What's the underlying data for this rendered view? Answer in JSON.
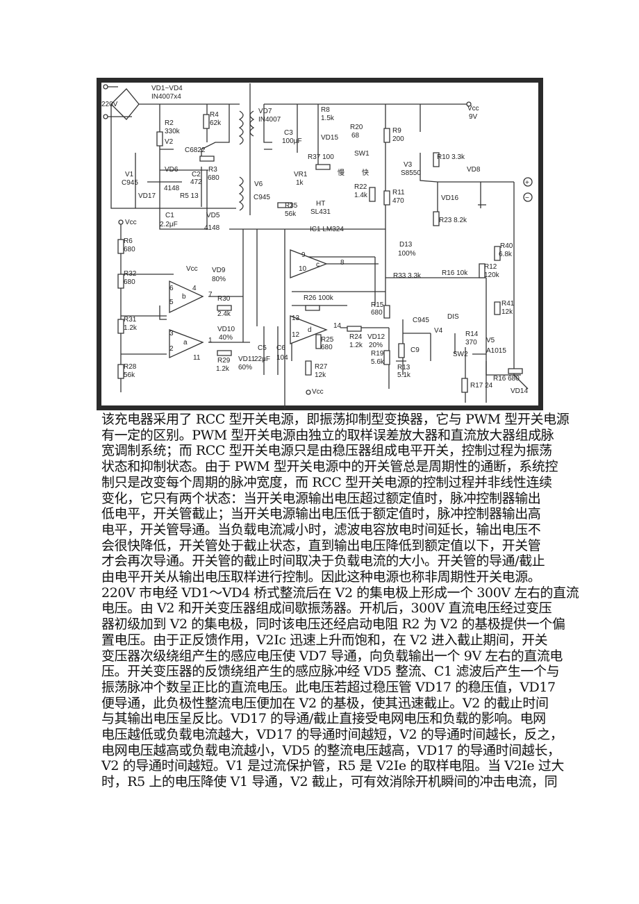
{
  "diagram": {
    "labels": [
      "VD1~VD4",
      "IN4007x4",
      "220V",
      "R2",
      "330k",
      "R4",
      "62k",
      "V2",
      "C6822",
      "VD7",
      "IN4007",
      "C3",
      "100μF",
      "R8",
      "1.5k",
      "VD15",
      "R20",
      "68",
      "SW1",
      "R37 100",
      "VR1",
      "1k",
      "慢",
      "快",
      "R22",
      "1.4k",
      "HT",
      "SL431",
      "V6",
      "C945",
      "R35",
      "56k",
      "V1",
      "C945",
      "VD6",
      "4148",
      "C2",
      "472",
      "R3",
      "680",
      "VD17",
      "R5 13",
      "C1",
      "2.2μF",
      "VD5",
      "4148",
      "Vcc",
      "R6",
      "680",
      "R32",
      "680",
      "R31",
      "1.2k",
      "R28",
      "56k",
      "Vcc",
      "6",
      "4",
      "5",
      "b",
      "7",
      "3",
      "2",
      "1",
      "a",
      "11",
      "VD9",
      "80%",
      "R30",
      "2.4k",
      "VD10",
      "40%",
      "VD11",
      "60%",
      "R29",
      "1.2k",
      "C5",
      "22μF",
      "C6",
      "104",
      "IC1 LM324",
      "9",
      "10",
      "8",
      "c",
      "D13",
      "100%",
      "R33 3.3k",
      "R16 10k",
      "R26 100k",
      "13",
      "12",
      "14",
      "d",
      "R25",
      "680",
      "R27",
      "12k",
      "Vcc",
      "R24",
      "1.2k",
      "VD12",
      "20%",
      "R15",
      "680",
      "R19",
      "5.6k",
      "R13",
      "5.1k",
      "C945",
      "V4",
      "C9",
      "DIS",
      "SW2",
      "R14",
      "370",
      "V5",
      "A1015",
      "R16 680",
      "R17 24",
      "VD14",
      "R12",
      "120k",
      "R41",
      "12k",
      "R40",
      "6.8k",
      "R23 8.2k",
      "R11",
      "470",
      "VD16",
      "R9",
      "200",
      "V3",
      "S8550",
      "R10 3.3k",
      "VD8",
      "Vcc",
      "9V",
      "+",
      "−"
    ]
  },
  "body": {
    "lines": [
      "该充电器采用了 RCC 型开关电源，即振荡抑制型变换器，它与 PWM 型开关电源",
      "有一定的区别。PWM 型开关电源由独立的取样误差放大器和直流放大器组成脉",
      "宽调制系统；而 RCC 型开关电源只是由稳压器组成电平开关，控制过程为振荡",
      "状态和抑制状态。由于 PWM 型开关电源中的开关管总是周期性的通断，系统控",
      "制只是改变每个周期的脉冲宽度，而 RCC 型开关电源的控制过程并非线性连续",
      "变化，它只有两个状态：当开关电源输出电压超过额定值时，脉冲控制器输出",
      "低电平，开关管截止；当开关电源输出电压低于额定值时，脉冲控制器输出高",
      "电平，开关管导通。当负载电流减小时，滤波电容放电时间延长，输出电压不",
      "会很快降低，开关管处于截止状态，直到输出电压降低到额定值以下，开关管",
      "才会再次导通。开关管的截止时间取决于负载电流的大小。开关管的导通/截止",
      "由电平开关从输出电压取样进行控制。因此这种电源也称非周期性开关电源。",
      "220V 市电经 VD1～VD4 桥式整流后在 V2 的集电极上形成一个 300V 左右的直流",
      "电压。由 V2 和开关变压器组成间歇振荡器。开机后，300V 直流电压经过变压",
      "器初级加到 V2 的集电极，同时该电压还经启动电阻 R2 为 V2 的基极提供一个偏",
      "置电压。由于正反馈作用，V2Ic 迅速上升而饱和，在 V2 进入截止期间，开关",
      "变压器次级绕组产生的感应电压使 VD7 导通，向负载输出一个 9V 左右的直流电",
      "压。开关变压器的反馈绕组产生的感应脉冲经 VD5 整流、C1 滤波后产生一个与",
      "振荡脉冲个数呈正比的直流电压。此电压若超过稳压管 VD17 的稳压值，VD17",
      "便导通，此负极性整流电压便加在 V2 的基极，使其迅速截止。V2 的截止时间",
      "与其输出电压呈反比。VD17 的导通/截止直接受电网电压和负载的影响。电网",
      "电压越低或负载电流越大，VD17 的导通时间越短，V2 的导通时间越长，反之，",
      "电网电压越高或负载电流越小，VD5 的整流电压越高，VD17 的导通时间越长，",
      "V2 的导通时间越短。V1 是过流保护管，R5 是 V2Ie 的取样电阻。当 V2Ie 过大",
      "时，R5 上的电压降使 V1 导通，V2 截止，可有效消除开机瞬间的冲击电流，同"
    ]
  }
}
